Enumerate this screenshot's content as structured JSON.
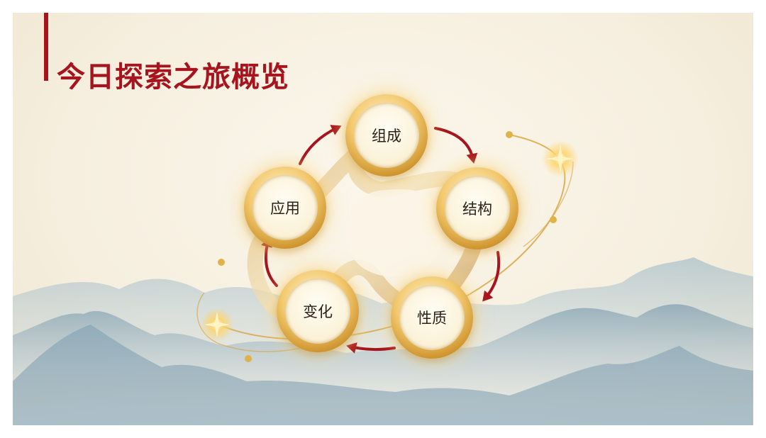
{
  "title": "今日探索之旅概览",
  "colors": {
    "accent_red": "#a6141d",
    "gold": "#d8a23a",
    "mountain": "#7f9eb1"
  },
  "diagram": {
    "type": "cycle",
    "direction": "clockwise",
    "nodes": [
      {
        "id": "n1",
        "label": "组成"
      },
      {
        "id": "n2",
        "label": "结构"
      },
      {
        "id": "n3",
        "label": "性质"
      },
      {
        "id": "n4",
        "label": "变化"
      },
      {
        "id": "n5",
        "label": "应用"
      }
    ],
    "edges": [
      {
        "from": "n1",
        "to": "n2"
      },
      {
        "from": "n2",
        "to": "n3"
      },
      {
        "from": "n3",
        "to": "n4"
      },
      {
        "from": "n4",
        "to": "n5"
      },
      {
        "from": "n5",
        "to": "n1"
      }
    ]
  }
}
